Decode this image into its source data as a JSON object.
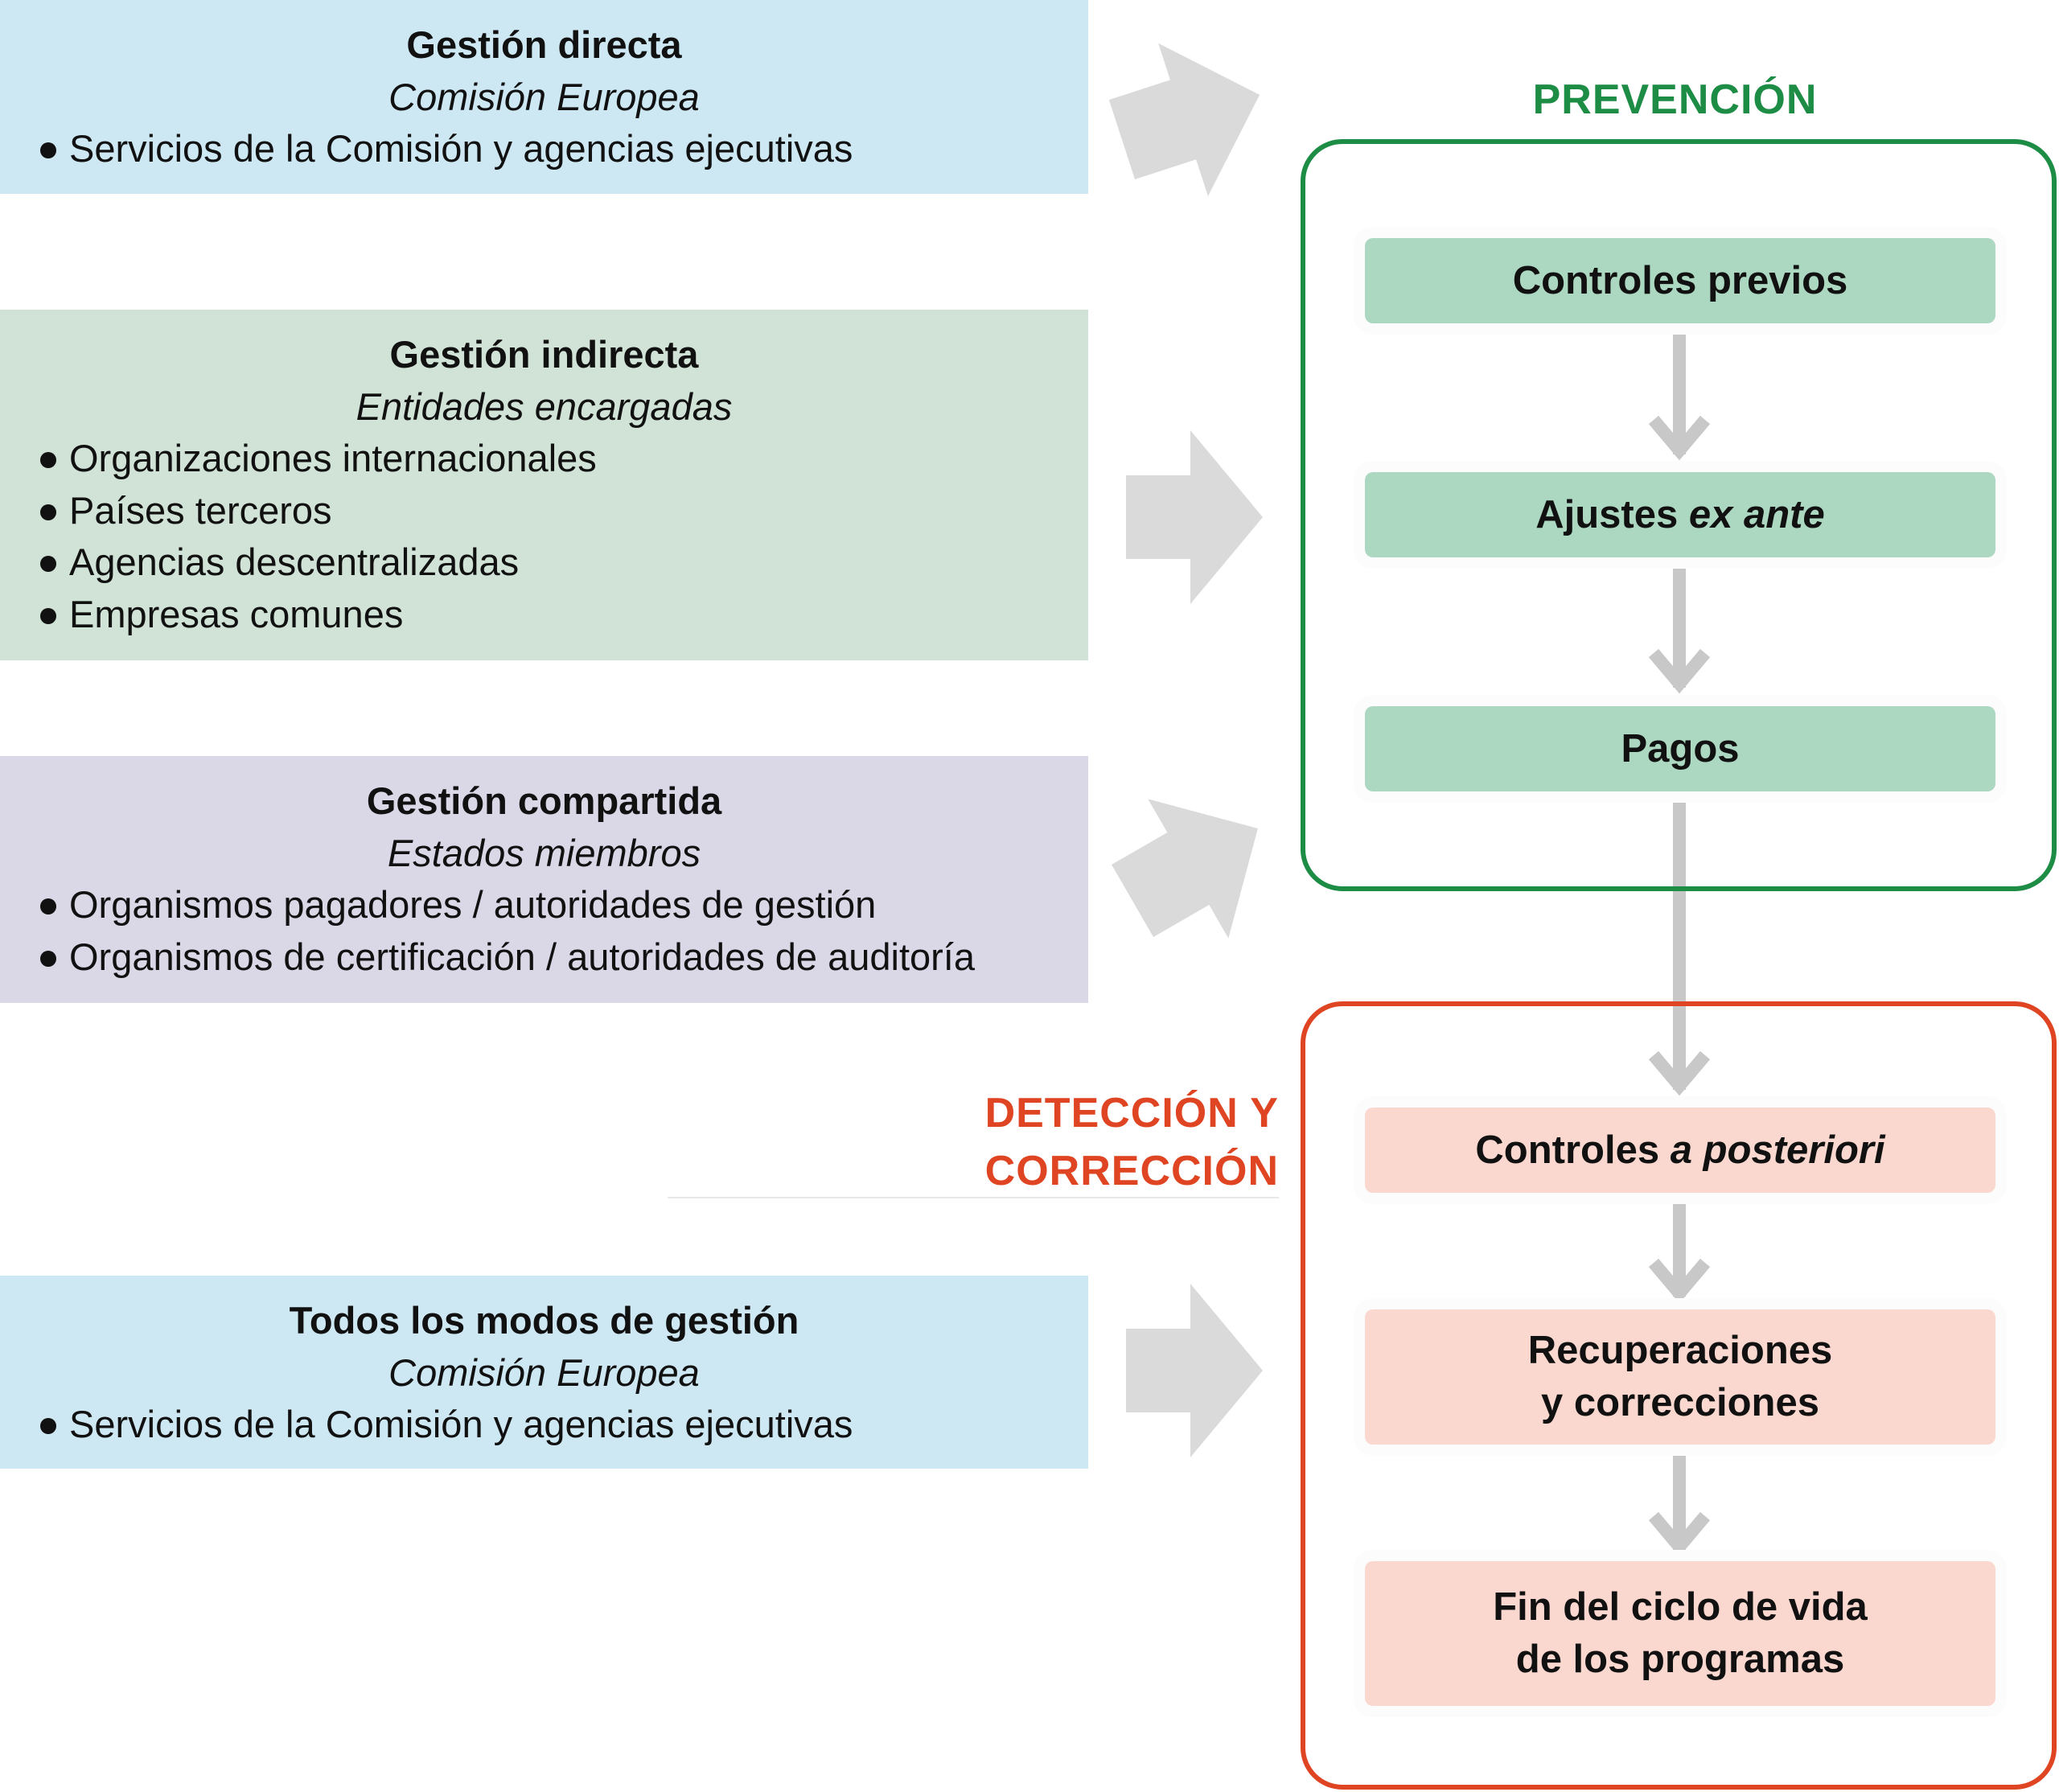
{
  "colors": {
    "direct_bg": "#cee8f3",
    "indirect_bg": "#d1e3d6",
    "shared_bg": "#dad8e7",
    "all_modes_bg": "#cee8f3",
    "prevention": "#1d8c45",
    "detection": "#e04523",
    "prevention_step_bg": "#acd7c1",
    "detection_step_bg": "#fad8cf",
    "arrow_gray": "#c8c8c8",
    "big_arrow_gray": "#dadada"
  },
  "modes": {
    "direct": {
      "title": "Gestión directa",
      "subtitle": "Comisión Europea",
      "items": [
        "Servicios de la Comisión y agencias ejecutivas"
      ]
    },
    "indirect": {
      "title": "Gestión indirecta",
      "subtitle": "Entidades encargadas",
      "items": [
        "Organizaciones internacionales",
        "Países terceros",
        "Agencias descentralizadas",
        "Empresas comunes"
      ]
    },
    "shared": {
      "title": "Gestión compartida",
      "subtitle": "Estados miembros",
      "items": [
        "Organismos pagadores / autoridades de gestión",
        "Organismos de certificación / autoridades de auditoría"
      ]
    },
    "all": {
      "title": "Todos los modos de gestión",
      "subtitle": "Comisión Europea",
      "items": [
        "Servicios de la Comisión y agencias ejecutivas"
      ]
    }
  },
  "prevention": {
    "label": "PREVENCIÓN",
    "steps": {
      "controles_previos": "Controles previos",
      "ajustes": "Ajustes",
      "ajustes_italic": "ex ante",
      "pagos": "Pagos"
    }
  },
  "detection": {
    "label_line1": "DETECCIÓN Y",
    "label_line2": "CORRECCIÓN",
    "steps": {
      "controles": "Controles",
      "controles_italic": "a posteriori",
      "recuperaciones_line1": "Recuperaciones",
      "recuperaciones_line2": "y correcciones",
      "fin_line1": "Fin del ciclo de vida",
      "fin_line2": "de los programas"
    }
  }
}
